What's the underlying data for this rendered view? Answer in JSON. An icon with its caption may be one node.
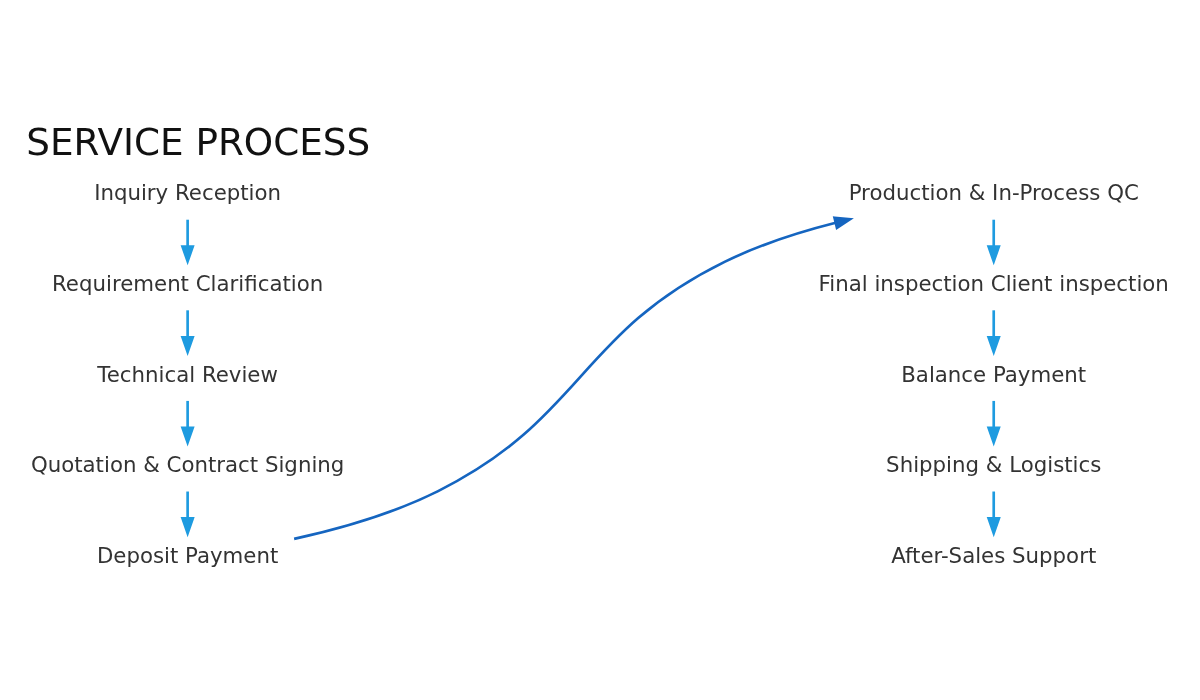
{
  "diagram": {
    "title": "SERVICE PROCESS",
    "nodes": [
      {
        "text": [
          "Inquiry Reception"
        ]
      },
      {
        "text": [
          "Requirement Clarification"
        ]
      },
      {
        "text": [
          "Technical Review"
        ]
      },
      {
        "text": [
          "Quotation & Contract Signing"
        ]
      },
      {
        "text": [
          "Deposit Payment"
        ]
      },
      {
        "text": [
          "Production & In-Process QC"
        ]
      },
      {
        "text": [
          "Final inspection Client inspection"
        ]
      },
      {
        "text": [
          "Balance Payment"
        ]
      },
      {
        "text": [
          "Shipping & Logistics"
        ]
      },
      {
        "text": [
          "After-Sales Support"
        ]
      }
    ],
    "edges": [
      {
        "from": 0,
        "to": 1,
        "arrow": "to"
      },
      {
        "from": 1,
        "to": 2,
        "arrow": "to"
      },
      {
        "from": 2,
        "to": 3,
        "arrow": "to"
      },
      {
        "from": 3,
        "to": 4,
        "arrow": "to"
      },
      {
        "from": 4,
        "to": 5,
        "arrow": "to",
        "color": "#1565c0"
      },
      {
        "from": 5,
        "to": 6,
        "arrow": "to"
      },
      {
        "from": 6,
        "to": 7,
        "arrow": "to"
      },
      {
        "from": 7,
        "to": 8,
        "arrow": "to"
      },
      {
        "from": 8,
        "to": 9,
        "arrow": "to"
      }
    ]
  }
}
